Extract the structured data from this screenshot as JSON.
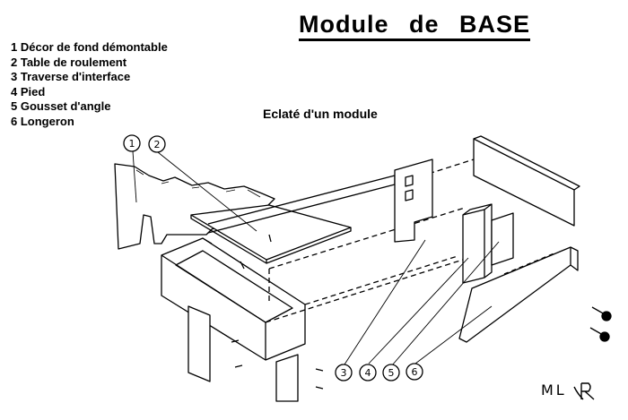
{
  "title": "Module de BASE",
  "subtitle": "Eclaté d'un module",
  "legend": [
    "1 Décor de fond démontable",
    "2 Table de roulement",
    "3 Traverse d'interface",
    "4 Pied",
    "5 Gousset d'angle",
    "6 Longeron"
  ],
  "callouts": [
    "1",
    "2",
    "3",
    "4",
    "5",
    "6"
  ],
  "signature": "ML"
}
